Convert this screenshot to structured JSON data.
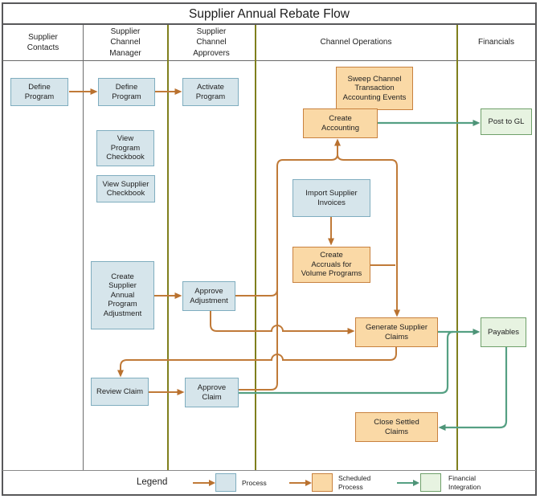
{
  "title": "Supplier Annual Rebate Flow",
  "lanes": [
    {
      "label": "Supplier\nContacts"
    },
    {
      "label": "Supplier\nChannel\nManager"
    },
    {
      "label": "Supplier\nChannel\nApprovers"
    },
    {
      "label": "Channel Operations"
    },
    {
      "label": "Financials"
    }
  ],
  "nodes": {
    "define_program_contacts": {
      "label": "Define\nProgram",
      "type": "process"
    },
    "define_program_manager": {
      "label": "Define\nProgram",
      "type": "process"
    },
    "activate_program": {
      "label": "Activate\nProgram",
      "type": "process"
    },
    "view_program_checkbook": {
      "label": "View\nProgram\nCheckbook",
      "type": "process"
    },
    "view_supplier_checkbook": {
      "label": "View Supplier\nCheckbook",
      "type": "process"
    },
    "import_supplier_invoices": {
      "label": "Import Supplier\nInvoices",
      "type": "process"
    },
    "create_supplier_annual_program_adjustment": {
      "label": "Create\nSupplier\nAnnual\nProgram\nAdjustment",
      "type": "process"
    },
    "approve_adjustment": {
      "label": "Approve\nAdjustment",
      "type": "process"
    },
    "review_claim": {
      "label": "Review Claim",
      "type": "process"
    },
    "approve_claim": {
      "label": "Approve\nClaim",
      "type": "process"
    },
    "sweep_channel_transaction_accounting_events": {
      "label": "Sweep Channel\nTransaction\nAccounting Events",
      "type": "scheduled"
    },
    "create_accounting": {
      "label": "Create\nAccounting",
      "type": "scheduled"
    },
    "create_accruals_volume": {
      "label": "Create\nAccruals for\nVolume Programs",
      "type": "scheduled"
    },
    "generate_supplier_claims": {
      "label": "Generate Supplier\nClaims",
      "type": "scheduled"
    },
    "close_settled_claims": {
      "label": "Close Settled\nClaims",
      "type": "scheduled"
    },
    "post_to_gl": {
      "label": "Post to GL",
      "type": "financial"
    },
    "payables": {
      "label": "Payables",
      "type": "financial"
    }
  },
  "legend": {
    "title": "Legend",
    "items": [
      {
        "label": "Process",
        "type": "process"
      },
      {
        "label": "Scheduled\nProcess",
        "type": "scheduled"
      },
      {
        "label": "Financial\nIntegration",
        "type": "financial"
      }
    ]
  },
  "colors": {
    "process_fill": "#d6e5eb",
    "process_border": "#7fadbf",
    "scheduled_fill": "#fad9a6",
    "scheduled_border": "#c8813f",
    "financial_fill": "#e7f3e1",
    "financial_border": "#6fa06a",
    "flow_connector": "#c07a38",
    "financial_connector": "#55a083",
    "lane_line": "#7f7f1d",
    "frame": "#58585a"
  }
}
